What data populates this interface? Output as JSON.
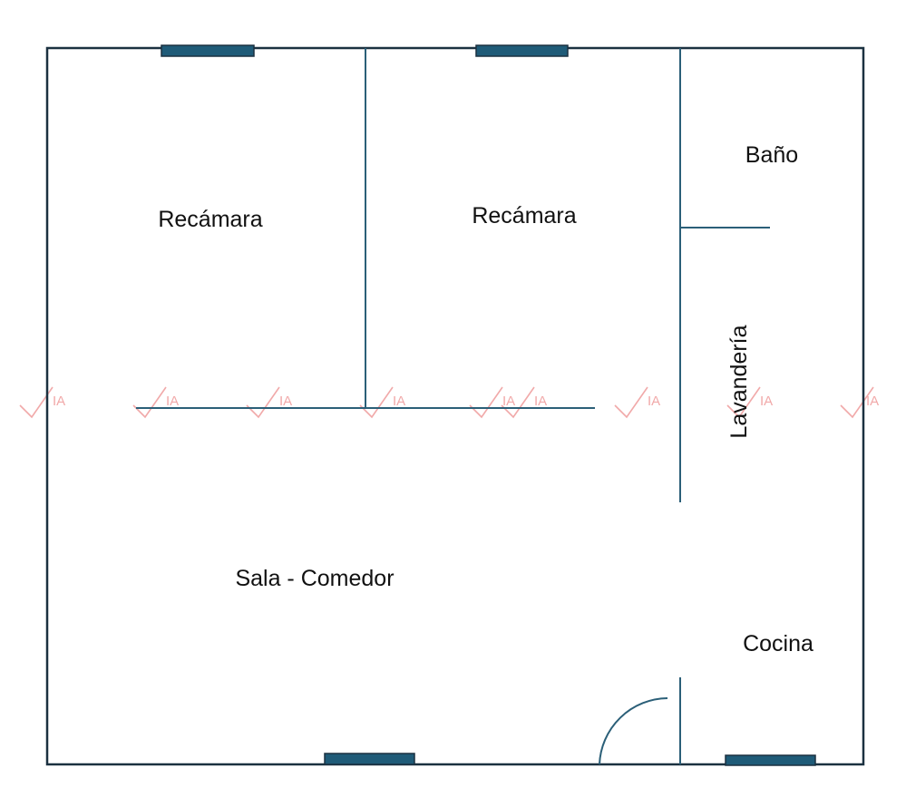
{
  "rooms": {
    "bedroom_1": "Recámara",
    "bedroom_2": "Recámara",
    "bathroom": "Baño",
    "laundry": "Lavandería",
    "living_dining": "Sala - Comedor",
    "kitchen": "Cocina"
  },
  "watermark": {
    "text": "IA"
  },
  "colors": {
    "outer_wall": "#1b3140",
    "inner_wall": "#2b5f78",
    "window": "#1f5b78",
    "door": "#2b5f78",
    "label": "#111111",
    "watermark": "#f1a9a9"
  }
}
